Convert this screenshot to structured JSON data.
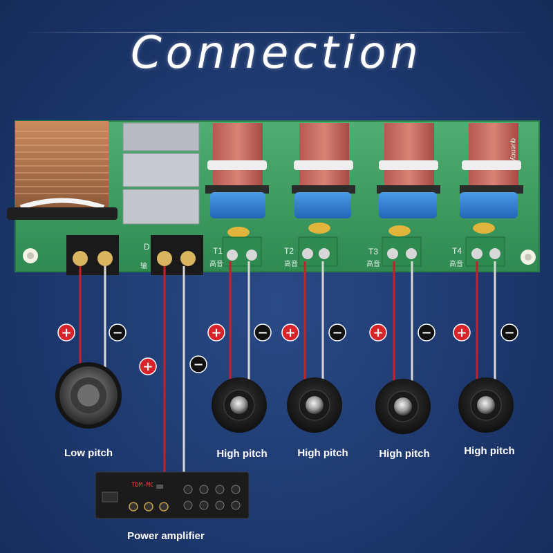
{
  "title": "Connection",
  "speakers": [
    {
      "label": "Low pitch"
    },
    {
      "label": "High pitch"
    },
    {
      "label": "High pitch"
    },
    {
      "label": "High pitch"
    },
    {
      "label": "High pitch"
    }
  ],
  "amplifier": {
    "label": "Power amplifier",
    "display": "TDM-MC"
  },
  "board": {
    "terminals": [
      "T1",
      "T2",
      "T3",
      "T4"
    ],
    "marks": {
      "input": "D",
      "tweeter": "高音",
      "input_cn": "输",
      "side": "quency"
    }
  },
  "polarity": {
    "plus": "+",
    "minus": "−"
  },
  "colors": {
    "positive_wire": "#c8202a",
    "negative_wire": "#d8d8d8",
    "plus_badge": "#d8232a",
    "minus_badge": "#111111",
    "pcb": "#3f9c62",
    "capacitor": "#2f7fd1"
  }
}
